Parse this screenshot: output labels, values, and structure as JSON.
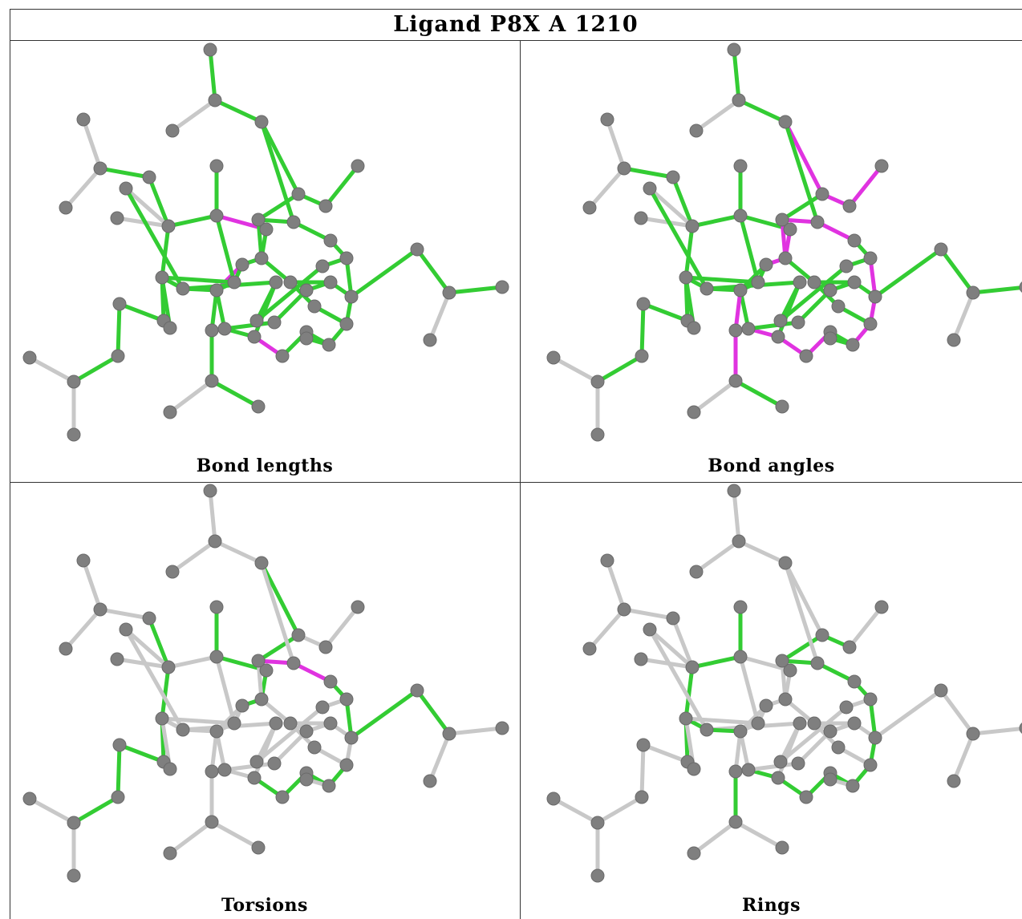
{
  "title": "Ligand P8X A 1210",
  "panels": [
    {
      "caption": "Bond lengths"
    },
    {
      "caption": "Bond angles"
    },
    {
      "caption": "Torsions"
    },
    {
      "caption": "Rings"
    }
  ],
  "colors": {
    "atom": "#7f7f7f",
    "bond_default": "#c8c8c8",
    "bond_ok": "#33cc33",
    "bond_outlier": "#e033e0"
  }
}
